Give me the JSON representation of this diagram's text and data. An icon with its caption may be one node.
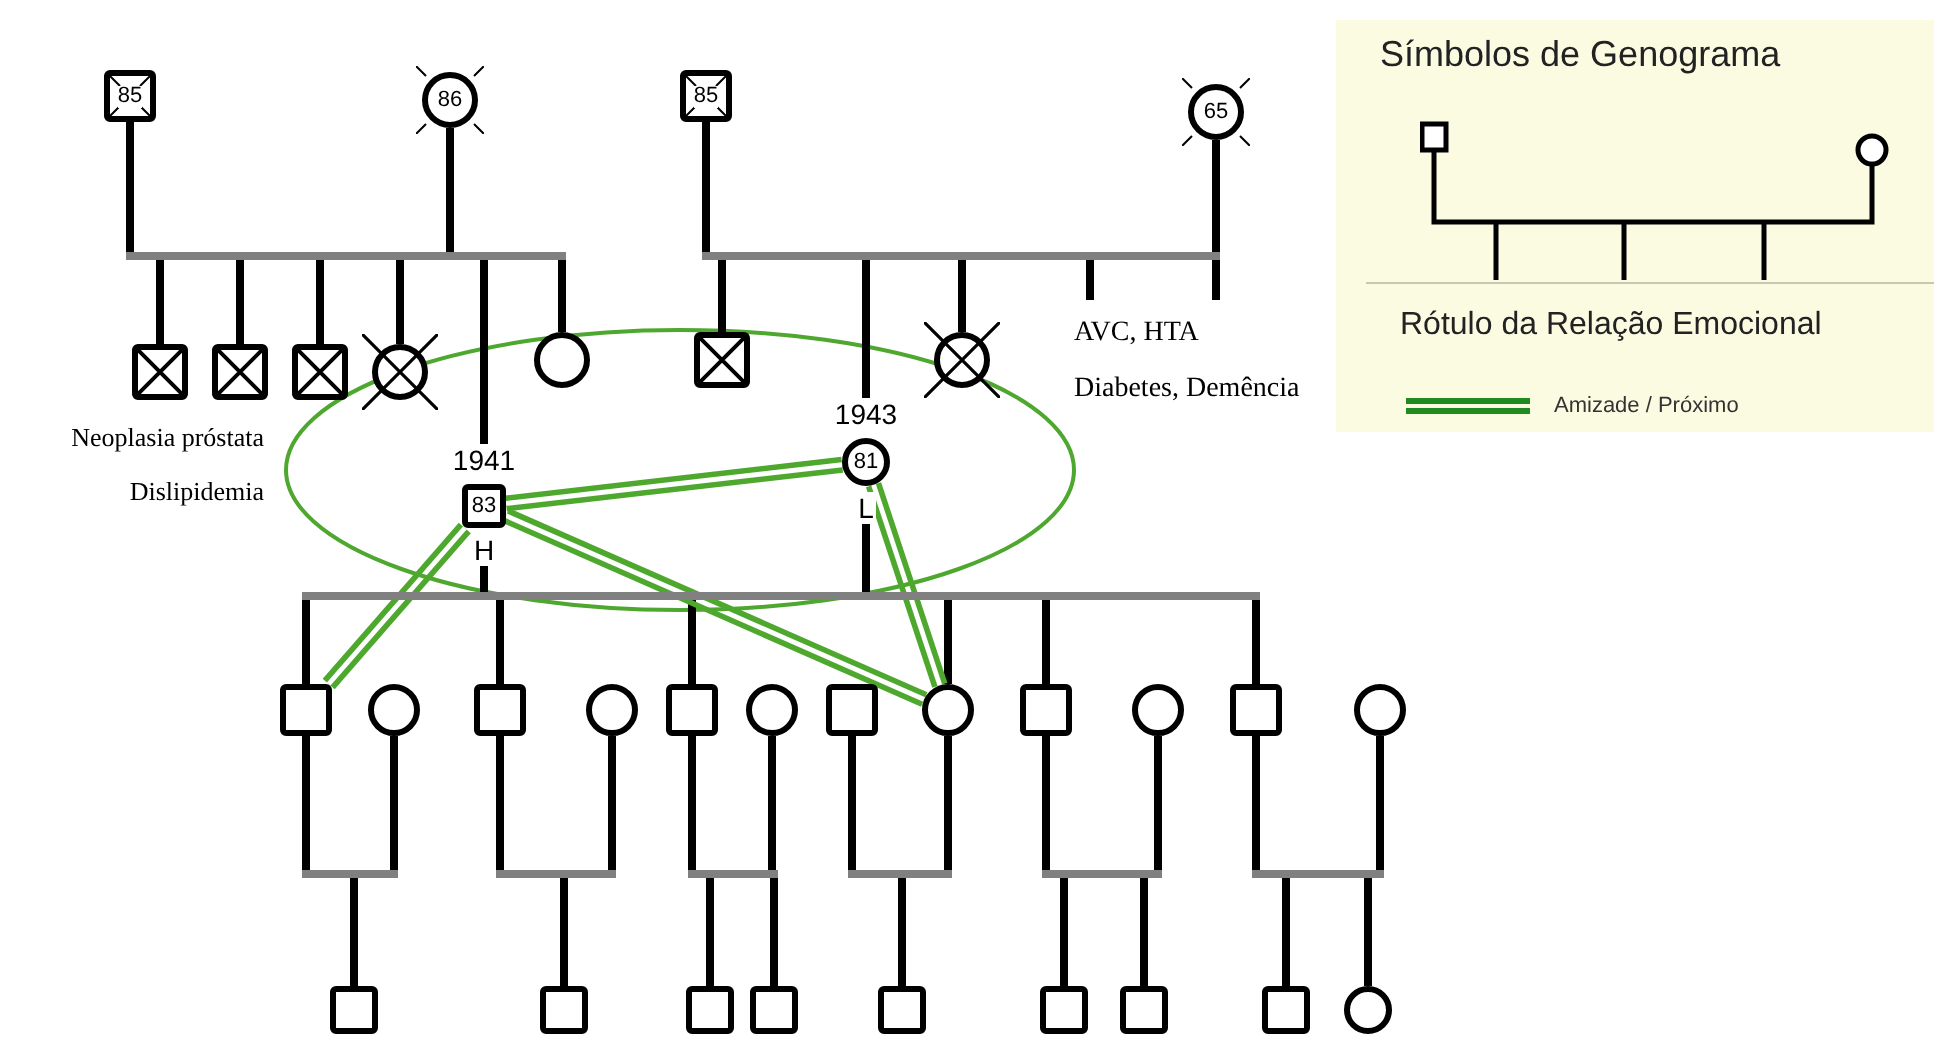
{
  "diagram": {
    "nodes": [
      {
        "text": [
          "85"
        ]
      },
      {
        "text": [
          "86"
        ]
      },
      {
        "text": [
          "85"
        ]
      },
      {
        "text": [
          "65"
        ]
      },
      {
        "text": [],
        "shape": "box"
      },
      {
        "text": [],
        "shape": "box"
      },
      {
        "text": [],
        "shape": "box"
      },
      {
        "text": [],
        "shape": "circle"
      },
      {
        "text": [],
        "shape": "circle"
      },
      {
        "text": [],
        "shape": "box"
      },
      {
        "text": [],
        "shape": "circle"
      },
      {
        "text": [
          "1941",
          "83",
          "H"
        ]
      },
      {
        "text": [
          "1943",
          "81",
          "L"
        ]
      },
      {
        "text": [],
        "shape": "box"
      },
      {
        "text": [],
        "shape": "circle"
      },
      {
        "text": [],
        "shape": "box"
      },
      {
        "text": [],
        "shape": "circle"
      },
      {
        "text": [],
        "shape": "box"
      },
      {
        "text": [],
        "shape": "circle"
      },
      {
        "text": [],
        "shape": "box"
      },
      {
        "text": [],
        "shape": "circle"
      },
      {
        "text": [],
        "shape": "box"
      },
      {
        "text": [],
        "shape": "circle"
      },
      {
        "text": [],
        "shape": "box"
      },
      {
        "text": [],
        "shape": "circle"
      },
      {
        "text": [],
        "shape": "box"
      },
      {
        "text": [],
        "shape": "box"
      },
      {
        "text": [],
        "shape": "box"
      },
      {
        "text": [],
        "shape": "box"
      },
      {
        "text": [],
        "shape": "box"
      },
      {
        "text": [],
        "shape": "box"
      },
      {
        "text": [],
        "shape": "box"
      },
      {
        "text": [],
        "shape": "box"
      },
      {
        "text": [],
        "shape": "circle"
      },
      {
        "text": [],
        "shape": "bar"
      },
      {
        "text": [],
        "shape": "bar"
      },
      {
        "text": [],
        "shape": "bar"
      },
      {
        "text": [],
        "shape": "bar"
      },
      {
        "text": [],
        "shape": "bar"
      },
      {
        "text": [],
        "shape": "bar"
      },
      {
        "text": [],
        "shape": "bar"
      },
      {
        "text": [],
        "shape": "bar"
      },
      {
        "text": [],
        "shape": "bar"
      }
    ],
    "edges": [
      {
        "from": 0,
        "to": 34,
        "arrow": "none"
      },
      {
        "from": 1,
        "to": 34,
        "arrow": "none"
      },
      {
        "from": 34,
        "to": 4,
        "arrow": "none"
      },
      {
        "from": 34,
        "to": 5,
        "arrow": "none"
      },
      {
        "from": 34,
        "to": 6,
        "arrow": "none"
      },
      {
        "from": 34,
        "to": 7,
        "arrow": "none"
      },
      {
        "from": 34,
        "to": 11,
        "arrow": "none"
      },
      {
        "from": 34,
        "to": 8,
        "arrow": "none"
      },
      {
        "from": 2,
        "to": 35,
        "arrow": "none"
      },
      {
        "from": 3,
        "to": 35,
        "arrow": "none"
      },
      {
        "from": 35,
        "to": 9,
        "arrow": "none"
      },
      {
        "from": 35,
        "to": 12,
        "arrow": "none"
      },
      {
        "from": 35,
        "to": 10,
        "arrow": "none"
      },
      {
        "from": 35,
        "to": null,
        "arrow": "none"
      },
      {
        "from": 35,
        "to": null,
        "arrow": "none"
      },
      {
        "from": 11,
        "to": 36,
        "arrow": "none"
      },
      {
        "from": 12,
        "to": 36,
        "arrow": "none"
      },
      {
        "from": 36,
        "to": 13,
        "arrow": "none"
      },
      {
        "from": 36,
        "to": 15,
        "arrow": "none"
      },
      {
        "from": 36,
        "to": 17,
        "arrow": "none"
      },
      {
        "from": 36,
        "to": 20,
        "arrow": "none"
      },
      {
        "from": 36,
        "to": 21,
        "arrow": "none"
      },
      {
        "from": 36,
        "to": 23,
        "arrow": "none"
      },
      {
        "from": 13,
        "to": 37,
        "arrow": "none"
      },
      {
        "from": 14,
        "to": 37,
        "arrow": "none"
      },
      {
        "from": 37,
        "to": 25,
        "arrow": "none"
      },
      {
        "from": 15,
        "to": 38,
        "arrow": "none"
      },
      {
        "from": 16,
        "to": 38,
        "arrow": "none"
      },
      {
        "from": 38,
        "to": 26,
        "arrow": "none"
      },
      {
        "from": 17,
        "to": 39,
        "arrow": "none"
      },
      {
        "from": 18,
        "to": 39,
        "arrow": "none"
      },
      {
        "from": 39,
        "to": 27,
        "arrow": "none"
      },
      {
        "from": 39,
        "to": 28,
        "arrow": "none"
      },
      {
        "from": 19,
        "to": 40,
        "arrow": "none"
      },
      {
        "from": 20,
        "to": 40,
        "arrow": "none"
      },
      {
        "from": 40,
        "to": 29,
        "arrow": "none"
      },
      {
        "from": 21,
        "to": 41,
        "arrow": "none"
      },
      {
        "from": 22,
        "to": 41,
        "arrow": "none"
      },
      {
        "from": 41,
        "to": 30,
        "arrow": "none"
      },
      {
        "from": 41,
        "to": 31,
        "arrow": "none"
      },
      {
        "from": 23,
        "to": 42,
        "arrow": "none"
      },
      {
        "from": 24,
        "to": 42,
        "arrow": "none"
      },
      {
        "from": 42,
        "to": 32,
        "arrow": "none"
      },
      {
        "from": 42,
        "to": 33,
        "arrow": "none"
      },
      {
        "from": 11,
        "to": 12,
        "arrow": "none",
        "style": "thick",
        "color": "#4fa82e"
      },
      {
        "from": 11,
        "to": 13,
        "arrow": "none",
        "style": "thick",
        "color": "#4fa82e"
      },
      {
        "from": 11,
        "to": 20,
        "arrow": "none",
        "style": "thick",
        "color": "#4fa82e"
      },
      {
        "from": 12,
        "to": 20,
        "arrow": "none",
        "style": "thick",
        "color": "#4fa82e"
      }
    ],
    "labels": [
      "Neoplasia próstata",
      "Dislipidemia",
      "AVC, HTA",
      "Diabetes, Demência",
      "Símbolos de Genograma",
      "Rótulo da Relação Emocional"
    ],
    "legend": [
      {
        "text": "Amizade / Próximo"
      }
    ]
  }
}
